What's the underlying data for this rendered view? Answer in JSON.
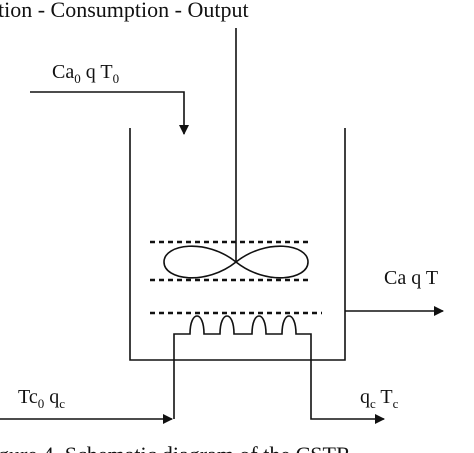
{
  "header_text": "tion - Consumption - Output",
  "caption_text": "igure 4. Schematic diagram of the CSTR",
  "inlet": {
    "main": "Ca",
    "sub": "0",
    "rest": " q  T",
    "rest_sub": "0"
  },
  "outlet": {
    "main": "Ca  q  T"
  },
  "coolant_in": {
    "main": "Tc",
    "sub": "0",
    "rest": " q",
    "rest_sub": "c"
  },
  "coolant_out": {
    "main": "q",
    "sub": "c",
    "rest": " T",
    "rest_sub": "c"
  }
}
